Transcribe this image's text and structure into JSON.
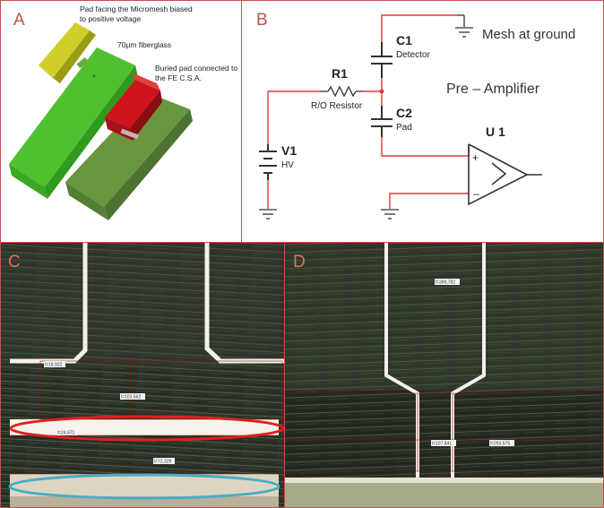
{
  "panels": {
    "a": {
      "letter": "A",
      "labels": {
        "pad": "Pad facing the Micromesh biased to positive voltage",
        "fiberglass": "70μm fiberglass",
        "buried": "Buried pad connected to the FE C.S.A."
      },
      "colors": {
        "pad": "#cfcf2a",
        "green_board": "#4fc12f",
        "dark_board": "#6a9640",
        "red_pad": "#d0141e"
      }
    },
    "b": {
      "letter": "B",
      "components": {
        "c1": {
          "name": "C1",
          "desc": "Detector"
        },
        "c2": {
          "name": "C2",
          "desc": "Pad"
        },
        "r1": {
          "name": "R1",
          "desc": "R/O Resistor"
        },
        "v1": {
          "name": "V1",
          "desc": "HV"
        },
        "u1": {
          "name": "U 1"
        }
      },
      "labels": {
        "mesh": "Mesh at ground",
        "preamp": "Pre – Amplifier",
        "plus": "+",
        "minus": "–"
      },
      "colors": {
        "wire_red": "#e23a3a",
        "wire_gray": "#333333"
      }
    },
    "c": {
      "letter": "C",
      "measurements": [
        "l=18,922",
        "l=103,562",
        "l=24,671",
        "l=72,329"
      ],
      "colors": {
        "red_ellipse": "#e02020",
        "blue_ellipse": "#4bacc6"
      }
    },
    "d": {
      "letter": "D",
      "measurements": [
        "l=399,782",
        "l=107,841",
        "l=293,575"
      ]
    }
  }
}
